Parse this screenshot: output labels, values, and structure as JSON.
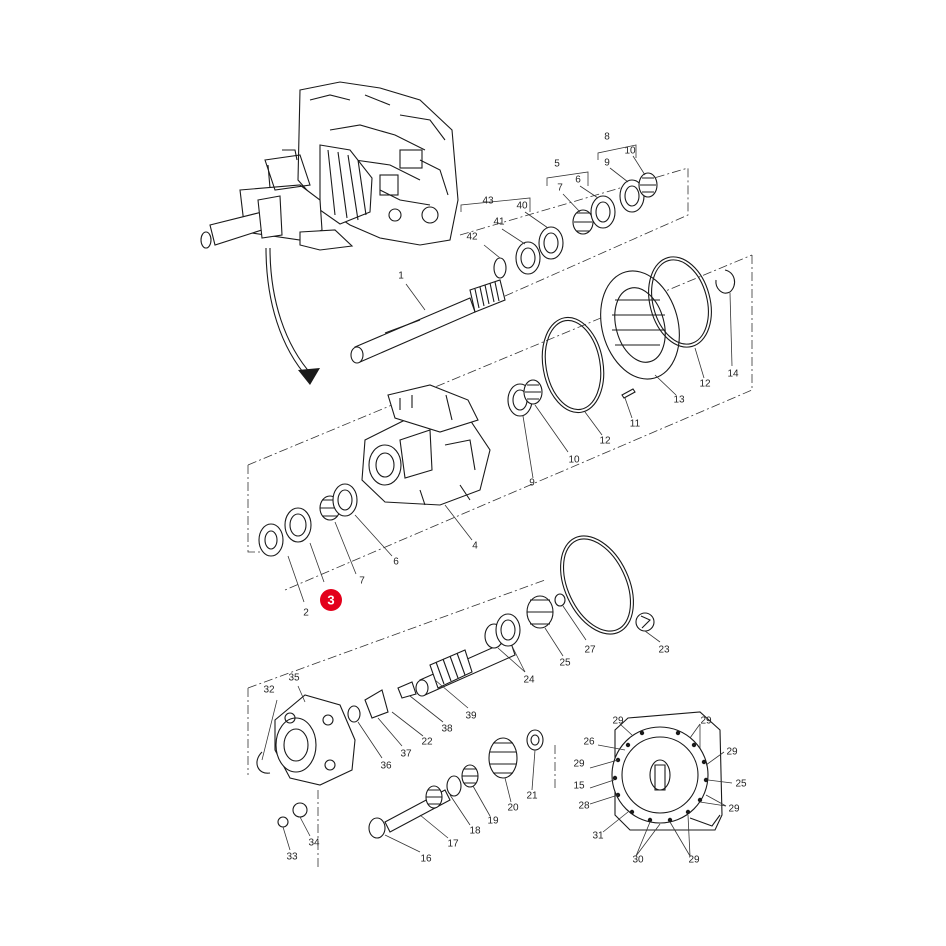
{
  "diagram": {
    "callouts": [
      {
        "id": "c1",
        "text": "1"
      },
      {
        "id": "c2",
        "text": "2"
      },
      {
        "id": "c4",
        "text": "4"
      },
      {
        "id": "c5",
        "text": "5"
      },
      {
        "id": "c6a",
        "text": "6"
      },
      {
        "id": "c6b",
        "text": "6"
      },
      {
        "id": "c7a",
        "text": "7"
      },
      {
        "id": "c7b",
        "text": "7"
      },
      {
        "id": "c8",
        "text": "8"
      },
      {
        "id": "c9a",
        "text": "9"
      },
      {
        "id": "c9b",
        "text": "9"
      },
      {
        "id": "c10a",
        "text": "10"
      },
      {
        "id": "c10b",
        "text": "10"
      },
      {
        "id": "c11",
        "text": "11"
      },
      {
        "id": "c12a",
        "text": "12"
      },
      {
        "id": "c12b",
        "text": "12"
      },
      {
        "id": "c13",
        "text": "13"
      },
      {
        "id": "c14",
        "text": "14"
      },
      {
        "id": "c15",
        "text": "15"
      },
      {
        "id": "c16",
        "text": "16"
      },
      {
        "id": "c17",
        "text": "17"
      },
      {
        "id": "c18",
        "text": "18"
      },
      {
        "id": "c19",
        "text": "19"
      },
      {
        "id": "c20",
        "text": "20"
      },
      {
        "id": "c21",
        "text": "21"
      },
      {
        "id": "c22",
        "text": "22"
      },
      {
        "id": "c23",
        "text": "23"
      },
      {
        "id": "c24",
        "text": "24"
      },
      {
        "id": "c25a",
        "text": "25"
      },
      {
        "id": "c25b",
        "text": "25"
      },
      {
        "id": "c26",
        "text": "26"
      },
      {
        "id": "c27",
        "text": "27"
      },
      {
        "id": "c28",
        "text": "28"
      },
      {
        "id": "c29a",
        "text": "29"
      },
      {
        "id": "c29b",
        "text": "29"
      },
      {
        "id": "c29c",
        "text": "29"
      },
      {
        "id": "c29d",
        "text": "29"
      },
      {
        "id": "c29e",
        "text": "29"
      },
      {
        "id": "c29f",
        "text": "29"
      },
      {
        "id": "c29g",
        "text": "29"
      },
      {
        "id": "c30",
        "text": "30"
      },
      {
        "id": "c31",
        "text": "31"
      },
      {
        "id": "c32",
        "text": "32"
      },
      {
        "id": "c33",
        "text": "33"
      },
      {
        "id": "c34",
        "text": "34"
      },
      {
        "id": "c35",
        "text": "35"
      },
      {
        "id": "c36",
        "text": "36"
      },
      {
        "id": "c37",
        "text": "37"
      },
      {
        "id": "c38",
        "text": "38"
      },
      {
        "id": "c39",
        "text": "39"
      },
      {
        "id": "c40",
        "text": "40"
      },
      {
        "id": "c41",
        "text": "41"
      },
      {
        "id": "c42",
        "text": "42"
      },
      {
        "id": "c43",
        "text": "43"
      }
    ],
    "highlight": {
      "text": "3",
      "color": "#e3001b"
    },
    "colors": {
      "line": "#1a1a1a",
      "background": "#ffffff"
    }
  }
}
